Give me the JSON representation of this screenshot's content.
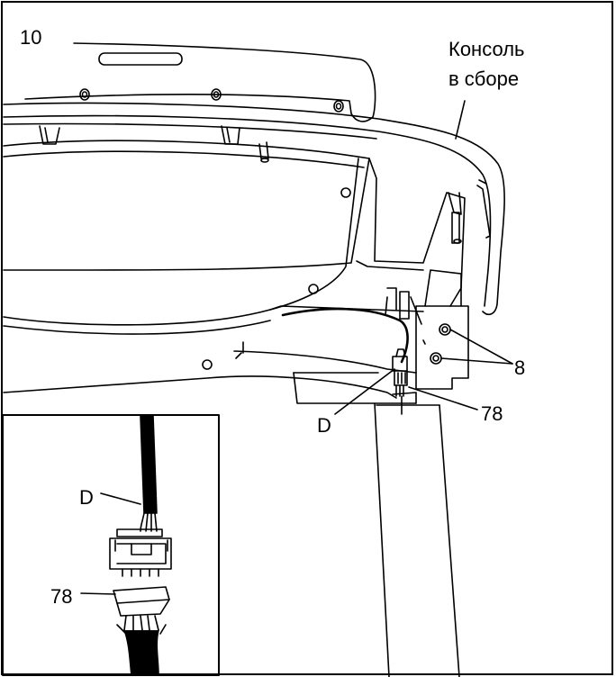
{
  "step": {
    "number": "10"
  },
  "labels": {
    "console_line1": "Консоль",
    "console_line2": "в сборе",
    "part_8": "8",
    "part_78": "78",
    "part_d": "D"
  },
  "inset": {
    "label_d": "D",
    "label_78": "78"
  }
}
